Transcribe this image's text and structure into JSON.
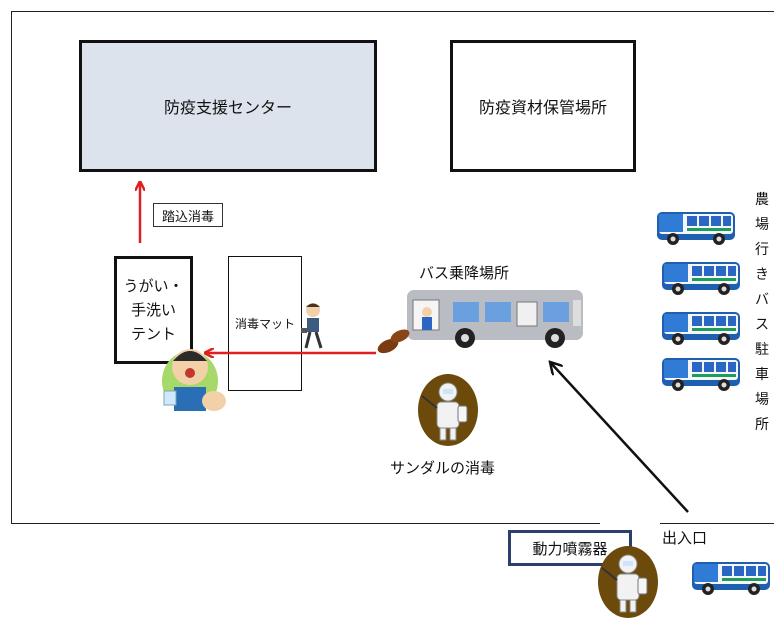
{
  "areas": {
    "support_center": "防疫支援センター",
    "storage": "防疫資材保管場所",
    "tent": "うがい・\n手洗い\nテント",
    "mat": "消毒マット",
    "tread": "踏込消毒",
    "bus_stop": "バス乗降場所",
    "sandal": "サンダルの消毒",
    "sprayer": "動力噴霧器",
    "entrance": "出入口",
    "parking_chars": [
      "農",
      "場",
      "行",
      "き",
      "バ",
      "ス",
      "駐",
      "車",
      "場",
      "所"
    ]
  },
  "icons": [
    "bus-icon",
    "person-icon",
    "worker-icon",
    "sandals-icon",
    "gargle-icon"
  ],
  "colors": {
    "center_fill": "#dde3ec",
    "arrow_red": "#e02020",
    "bus_blue": "#1e5fb0",
    "worker_circle": "#6b4a0c",
    "sprayer_border": "#2c3f6c"
  }
}
